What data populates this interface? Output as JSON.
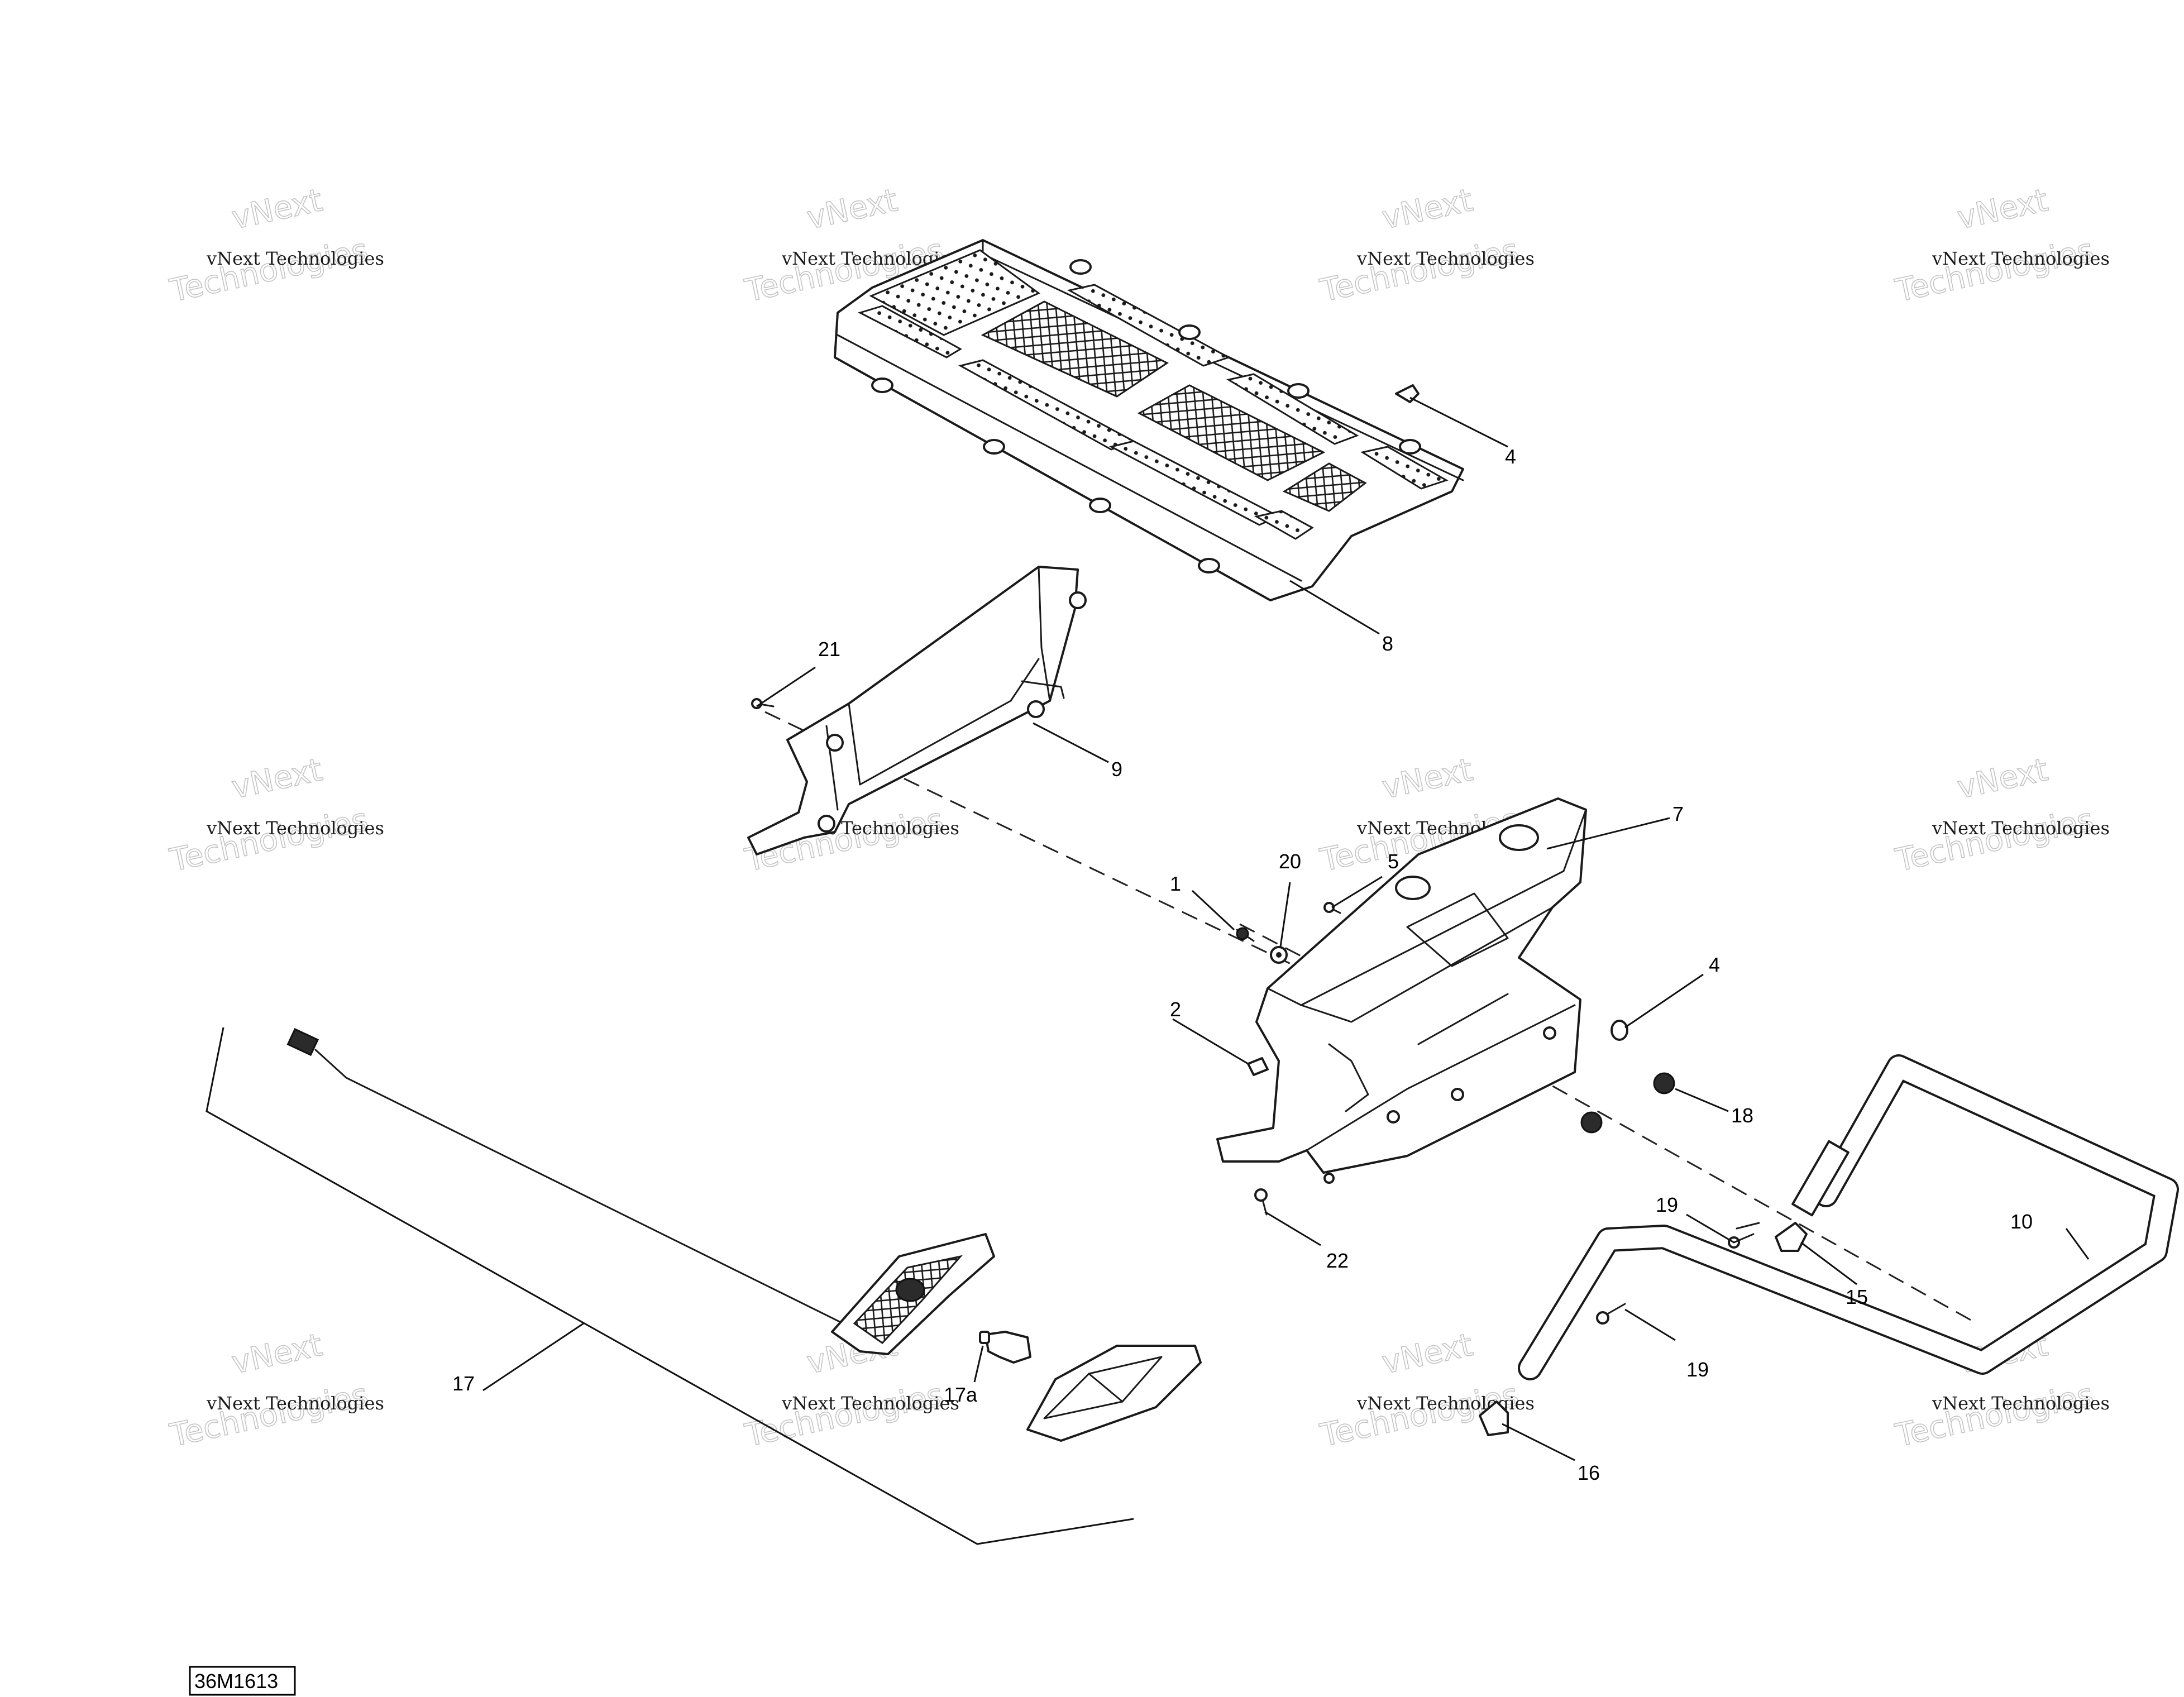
{
  "diagram": {
    "reference_code": "36M1613",
    "watermark": {
      "small": "vNext Technologies",
      "large_top": "vNext",
      "large_bottom": "Technologies"
    },
    "callouts": [
      {
        "id": "c1",
        "label": "1"
      },
      {
        "id": "c2",
        "label": "2"
      },
      {
        "id": "c4a",
        "label": "4"
      },
      {
        "id": "c4b",
        "label": "4"
      },
      {
        "id": "c5",
        "label": "5"
      },
      {
        "id": "c7",
        "label": "7"
      },
      {
        "id": "c8",
        "label": "8"
      },
      {
        "id": "c9",
        "label": "9"
      },
      {
        "id": "c10",
        "label": "10"
      },
      {
        "id": "c15",
        "label": "15"
      },
      {
        "id": "c16",
        "label": "16"
      },
      {
        "id": "c17",
        "label": "17"
      },
      {
        "id": "c17a",
        "label": "17a"
      },
      {
        "id": "c18",
        "label": "18"
      },
      {
        "id": "c19a",
        "label": "19"
      },
      {
        "id": "c19b",
        "label": "19"
      },
      {
        "id": "c20",
        "label": "20"
      },
      {
        "id": "c21",
        "label": "21"
      },
      {
        "id": "c22",
        "label": "22"
      }
    ]
  }
}
